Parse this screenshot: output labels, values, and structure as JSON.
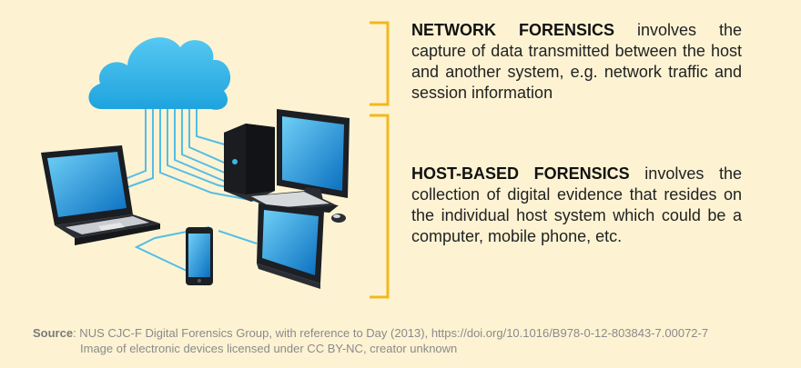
{
  "network": {
    "term": "NETWORK FORENSICS",
    "text": " involves the capture of data transmitted between the host and another system, e.g. network traffic and session information"
  },
  "host": {
    "term": "HOST-BASED FORENSICS",
    "text": " involves the collection of digital evidence that resides on the individual host system which could be a computer, mobile phone, etc."
  },
  "source": {
    "label": "Source",
    "line1": ": NUS CJC-F Digital Forensics Group, with reference to Day (2013), https://doi.org/10.1016/B978-0-12-803843-7.00072-7",
    "line2": "Image of electronic devices licensed under CC BY-NC, creator unknown"
  },
  "colors": {
    "background": "#fdf3d3",
    "bracket": "#f2b81c",
    "cloud": "#2fb1e4",
    "cable": "#54bde6"
  }
}
